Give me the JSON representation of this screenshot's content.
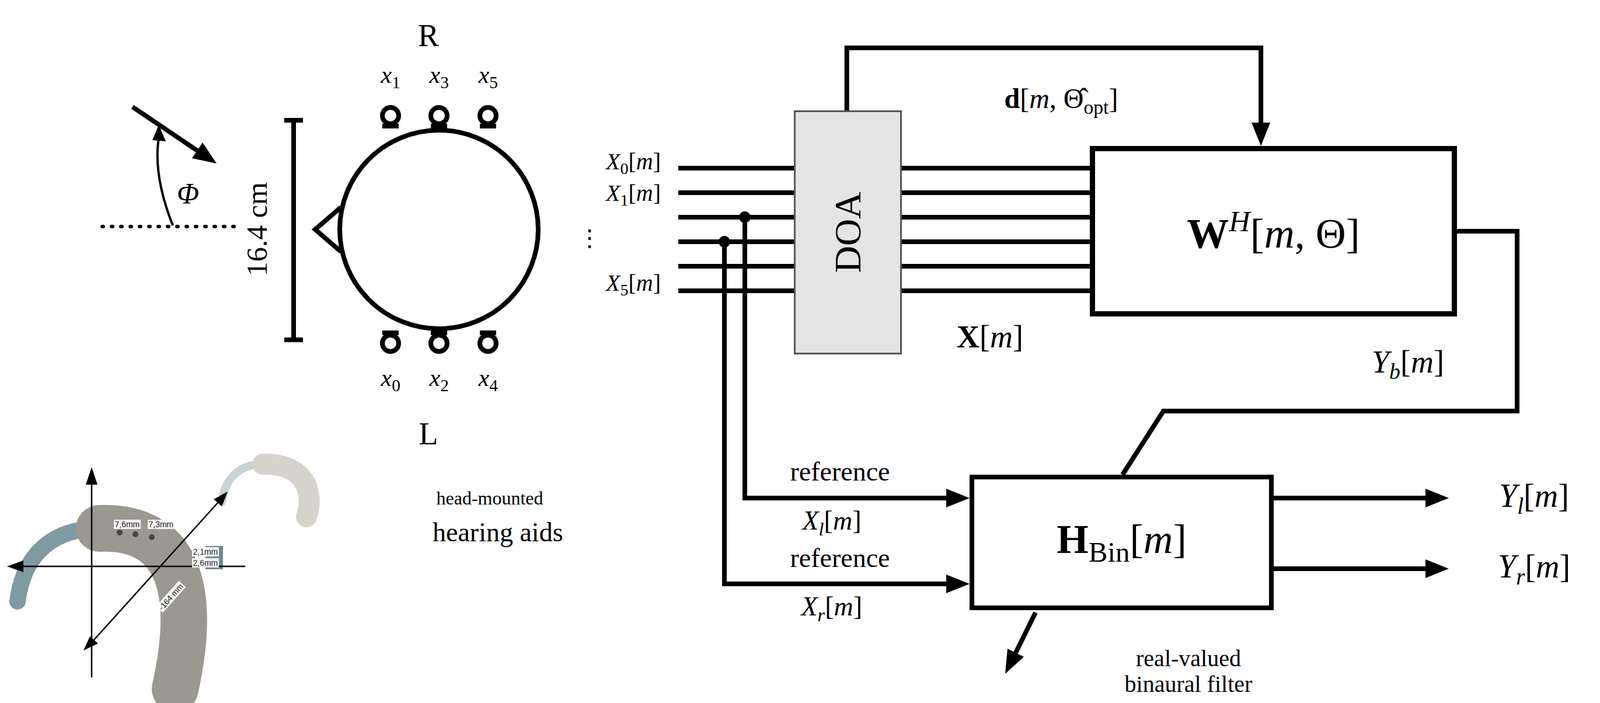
{
  "diagram": {
    "nodes": [
      {
        "text": [
          "DOA"
        ]
      },
      {
        "text": [
          "WH[m, Θ]"
        ]
      },
      {
        "text": [
          "HBin[m]"
        ]
      }
    ],
    "edges": [
      {
        "from": 0,
        "to": 1,
        "arrow": "to",
        "label": "d[m, Θ̂opt]"
      },
      {
        "from": 0,
        "to": 1,
        "arrow": "none",
        "label": "X[m]"
      },
      {
        "from": 1,
        "to": 2,
        "arrow": "none",
        "label": "Yb[m]"
      }
    ],
    "labels": [
      "R",
      "x1",
      "x3",
      "x5",
      "x0",
      "x2",
      "x4",
      "L",
      "16.4 cm",
      "Φ",
      "7,6mm",
      "7,3mm",
      "2,1mm",
      "2,6mm",
      "-164 mm",
      "head-mounted",
      "hearing aids",
      "X0[m]",
      "X1[m]",
      "⋮",
      "X5[m]",
      "reference",
      "Xl[m]",
      "reference",
      "Xr[m]",
      "Yl[m]",
      "Yr[m]",
      "real-valued binaural filter"
    ]
  }
}
